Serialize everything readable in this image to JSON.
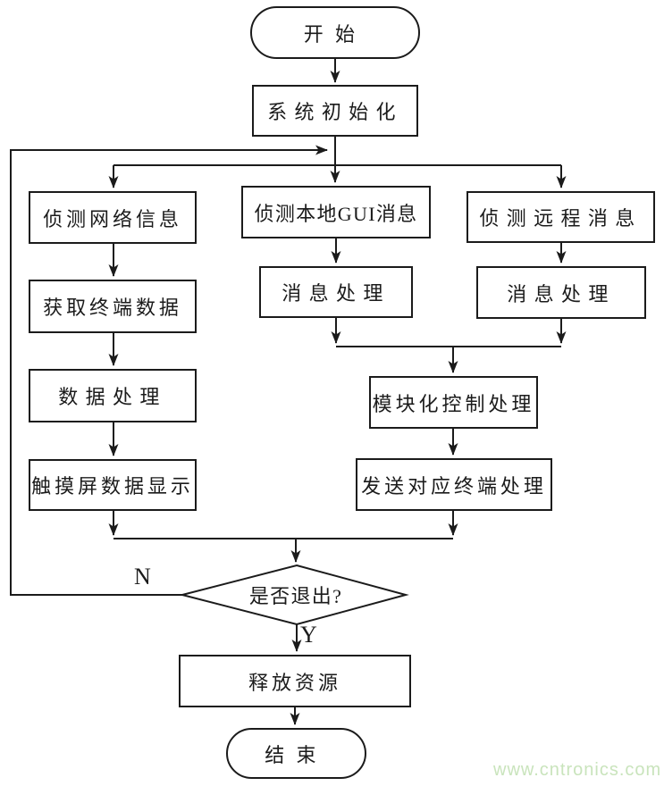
{
  "page": {
    "background_color": "#ffffff",
    "line_color": "#1b1b1b"
  },
  "watermark": {
    "text": "www.cntronics.com",
    "color": "#c9e4bc"
  },
  "flowchart": {
    "nodes": {
      "start": {
        "type": "terminator",
        "label": "开始"
      },
      "sys_init": {
        "type": "process",
        "label": "系统初始化"
      },
      "detect_net": {
        "type": "process",
        "label": "侦测网络信息"
      },
      "get_term": {
        "type": "process",
        "label": "获取终端数据"
      },
      "data_proc": {
        "type": "process",
        "label": "数据处理"
      },
      "touch_disp": {
        "type": "process",
        "label": "触摸屏数据显示"
      },
      "detect_gui": {
        "type": "process",
        "label": "侦测本地GUI消息"
      },
      "msg_local": {
        "type": "process",
        "label": "消息处理"
      },
      "detect_remote": {
        "type": "process",
        "label": "侦测远程消息"
      },
      "msg_remote": {
        "type": "process",
        "label": "消息处理"
      },
      "modular": {
        "type": "process",
        "label": "模块化控制处理"
      },
      "send_term": {
        "type": "process",
        "label": "发送对应终端处理"
      },
      "decision": {
        "type": "decision",
        "label": "是否退出?"
      },
      "release": {
        "type": "process",
        "label": "释放资源"
      },
      "end": {
        "type": "terminator",
        "label": "结束"
      }
    },
    "edge_labels": {
      "no": "N",
      "yes": "Y"
    }
  }
}
